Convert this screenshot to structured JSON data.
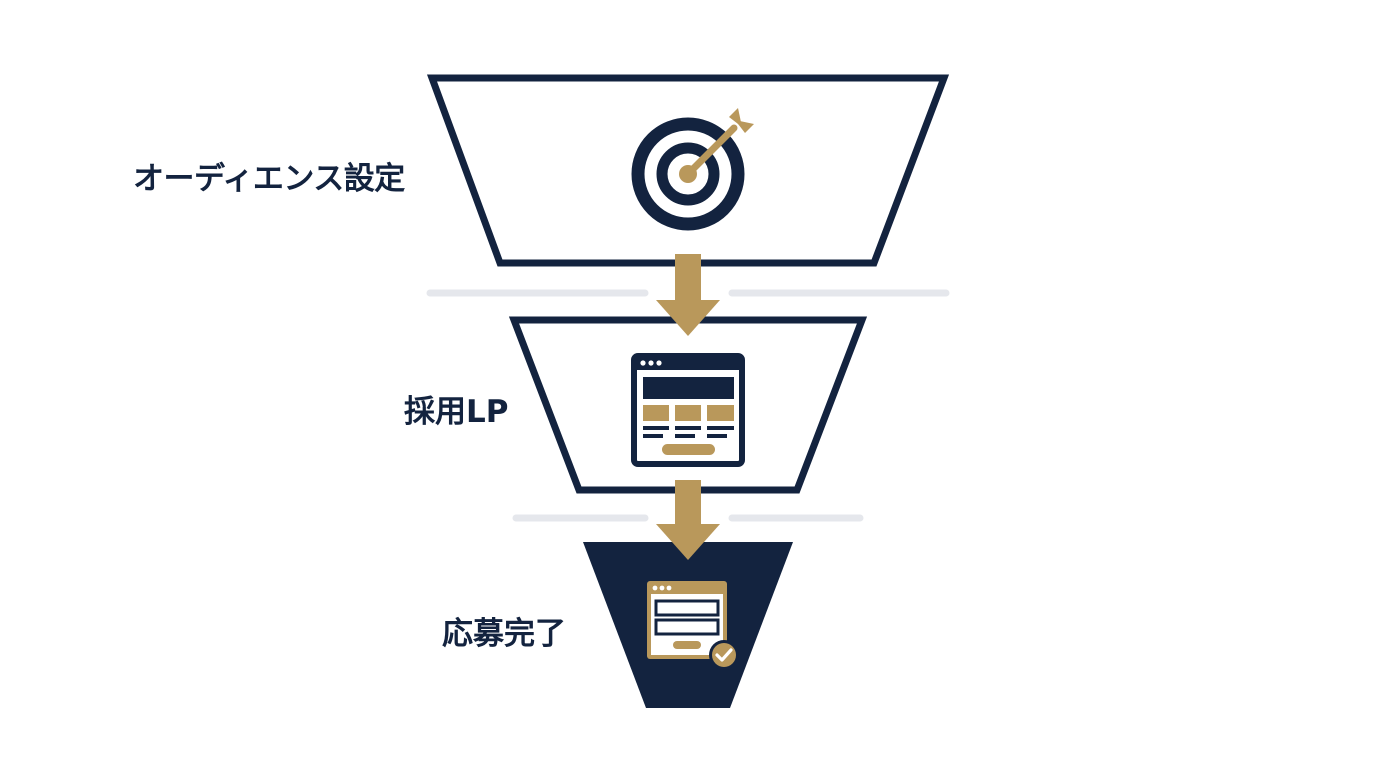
{
  "funnel": {
    "stages": [
      {
        "label": "オーディエンス設定",
        "icon": "target-with-arrow-icon"
      },
      {
        "label": "採用LP",
        "icon": "landing-page-browser-icon"
      },
      {
        "label": "応募完了",
        "icon": "application-form-complete-icon"
      }
    ]
  },
  "colors": {
    "navy": "#13233f",
    "gold": "#b9985b",
    "divider": "#e5e7ec",
    "background": "#ffffff"
  }
}
